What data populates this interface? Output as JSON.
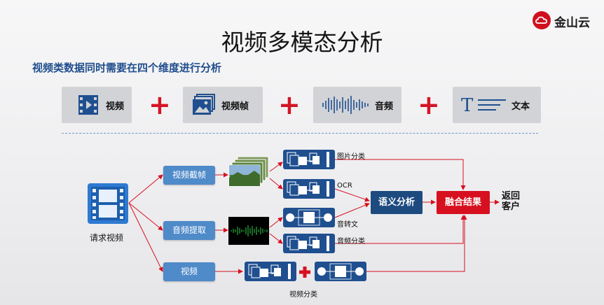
{
  "brand": {
    "name": "金山云"
  },
  "title": "视频多模态分析",
  "subtitle": "视频类数据同时需要在四个维度进行分析",
  "dimensions": [
    {
      "label": "视频",
      "icon": "film-icon"
    },
    {
      "label": "视频帧",
      "icon": "image-frames-icon"
    },
    {
      "label": "音频",
      "icon": "waveform-icon"
    },
    {
      "label": "文本",
      "icon": "text-icon"
    }
  ],
  "plus_sign": "+",
  "flow": {
    "source": {
      "label": "请求视频",
      "icon": "film-icon"
    },
    "branches": {
      "frames": "视频截帧",
      "audio": "音频提取",
      "video": "视频"
    },
    "outputs": {
      "image_classify": "图片分类",
      "ocr": "OCR",
      "speech_to_text": "音转文",
      "audio_classify": "音频分类",
      "video_classify": "视频分类"
    },
    "semantic": "语义分析",
    "fusion": "融合结果",
    "return": "返回客户"
  },
  "colors": {
    "accent_red": "#d7101f",
    "navy": "#1d4b80",
    "blue": "#4f8ac9"
  }
}
